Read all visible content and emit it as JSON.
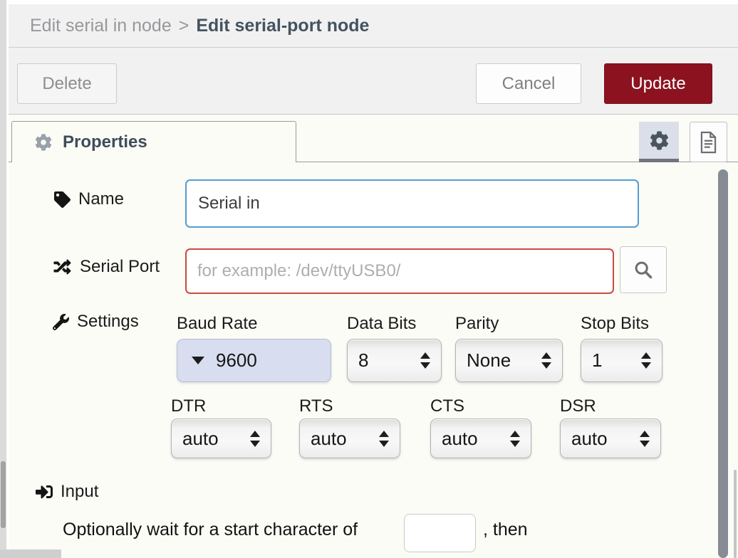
{
  "breadcrumb": {
    "parent": "Edit serial in node",
    "separator": ">",
    "current": "Edit serial-port node"
  },
  "toolbar": {
    "delete_label": "Delete",
    "cancel_label": "Cancel",
    "update_label": "Update"
  },
  "tabs": {
    "properties_label": "Properties"
  },
  "icons": {
    "tab": "gear-icon",
    "node_settings_button": "gear-icon",
    "node_description_button": "file-icon",
    "name": "tag-icon",
    "serial_port": "shuffle-icon",
    "settings": "wrench-icon",
    "input": "sign-in-icon",
    "search": "search-icon"
  },
  "form": {
    "name": {
      "label": "Name",
      "value": "Serial in"
    },
    "serial_port": {
      "label": "Serial Port",
      "placeholder": "for example: /dev/ttyUSB0/"
    },
    "settings_label": "Settings",
    "serial_settings": {
      "baud_rate": {
        "label": "Baud Rate",
        "value": "9600"
      },
      "data_bits": {
        "label": "Data Bits",
        "value": "8"
      },
      "parity": {
        "label": "Parity",
        "value": "None"
      },
      "stop_bits": {
        "label": "Stop Bits",
        "value": "1"
      }
    },
    "flow_controls": [
      {
        "label": "DTR",
        "value": "auto"
      },
      {
        "label": "RTS",
        "value": "auto"
      },
      {
        "label": "CTS",
        "value": "auto"
      },
      {
        "label": "DSR",
        "value": "auto"
      }
    ],
    "input_section": {
      "label": "Input",
      "wait_prefix": "Optionally wait for a start character of",
      "start_char": "",
      "wait_suffix": ", then"
    }
  },
  "colors": {
    "focus_border": "#539dd3",
    "error_border": "#ca4a44",
    "update_button": "#8c1220",
    "breadcrumb_current": "#44535f"
  }
}
